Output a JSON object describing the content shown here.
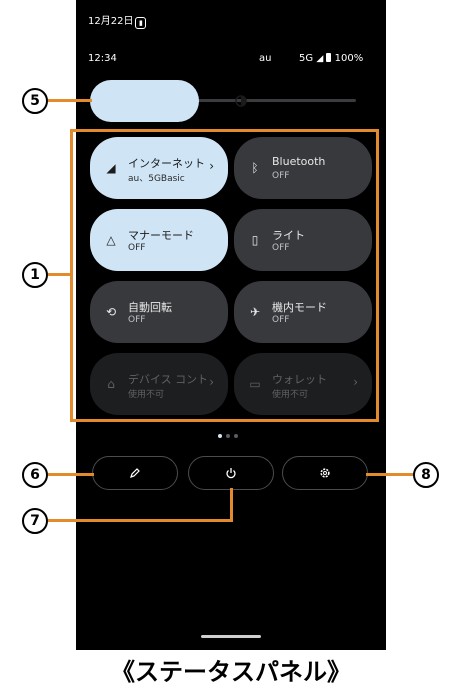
{
  "status": {
    "date": "12月22日",
    "time": "12:34",
    "carrier": "au",
    "network": "5G",
    "battery": "100%"
  },
  "brightness": {
    "level": 0.3
  },
  "tiles": [
    {
      "label": "インターネット",
      "sub": "au、5GBasic",
      "icon": "signal-icon",
      "state": "on",
      "chevron": true
    },
    {
      "label": "Bluetooth",
      "sub": "OFF",
      "icon": "bluetooth-icon",
      "state": "off",
      "chevron": false
    },
    {
      "label": "マナーモード",
      "sub": "OFF",
      "icon": "bell-icon",
      "state": "on",
      "chevron": false
    },
    {
      "label": "ライト",
      "sub": "OFF",
      "icon": "flashlight-icon",
      "state": "off",
      "chevron": false
    },
    {
      "label": "自動回転",
      "sub": "OFF",
      "icon": "rotate-icon",
      "state": "off",
      "chevron": false
    },
    {
      "label": "機内モード",
      "sub": "OFF",
      "icon": "airplane-icon",
      "state": "off",
      "chevron": false
    },
    {
      "label": "デバイス コントロール",
      "sub": "使用不可",
      "icon": "home-icon",
      "state": "disabled",
      "chevron": true
    },
    {
      "label": "ウォレット",
      "sub": "使用不可",
      "icon": "wallet-icon",
      "state": "disabled",
      "chevron": true
    }
  ],
  "pager": {
    "pages": 3,
    "current": 1
  },
  "callouts": {
    "c1": "1",
    "c5": "5",
    "c6": "6",
    "c7": "7",
    "c8": "8"
  },
  "caption": "《ステータスパネル》",
  "colors": {
    "accent": "#e38a2c",
    "tile_on": "#cfe5f6",
    "tile_off": "#37393c",
    "tile_disabled": "#1d1e20"
  }
}
